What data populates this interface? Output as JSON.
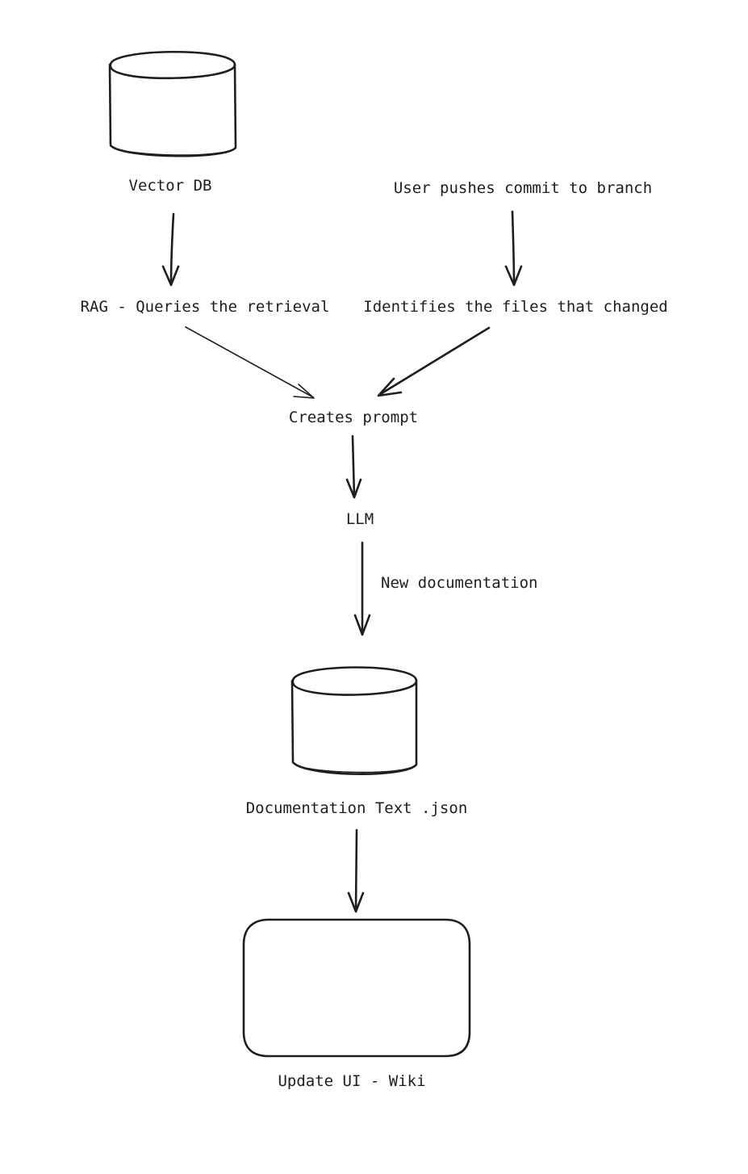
{
  "nodes": {
    "vector_db": "Vector DB",
    "user_push": "User pushes commit to branch",
    "rag": "RAG - Queries the retrieval",
    "identifies": "Identifies the files that changed",
    "creates_prompt": "Creates prompt",
    "llm": "LLM",
    "doc_text": "Documentation Text .json",
    "update_ui": "Update UI - Wiki"
  },
  "edges": {
    "llm_to_doc": "New documentation"
  },
  "colors": {
    "stroke": "#1e1e1e",
    "background": "#ffffff"
  }
}
